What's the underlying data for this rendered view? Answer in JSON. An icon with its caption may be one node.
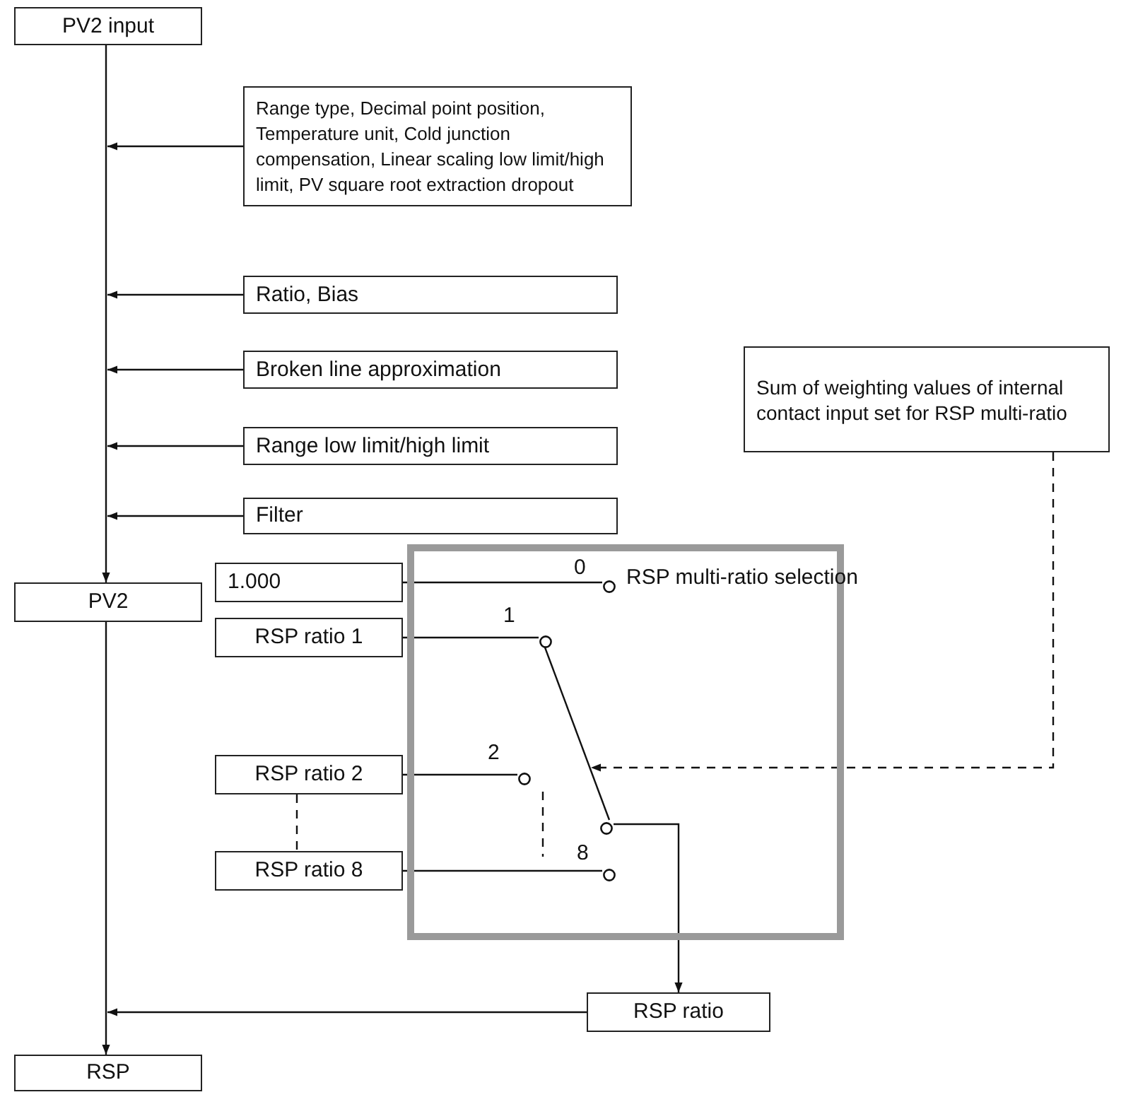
{
  "diagram": {
    "nodes": [
      {
        "text": [
          "PV2 input"
        ]
      },
      {
        "text": [
          "Range type, Decimal point position, Temperature unit, Cold junction compensation, Linear scaling low limit/high limit, PV square root extraction dropout"
        ]
      },
      {
        "text": [
          "Ratio, Bias"
        ]
      },
      {
        "text": [
          "Broken line approximation"
        ]
      },
      {
        "text": [
          "Range low limit/high limit"
        ]
      },
      {
        "text": [
          "Filter"
        ]
      },
      {
        "text": [
          "Sum of weighting values of internal contact input set for RSP multi-ratio"
        ]
      },
      {
        "text": [
          "PV2"
        ]
      },
      {
        "text": [
          "RSP multi-ratio selection"
        ]
      },
      {
        "text": [
          "1.000"
        ]
      },
      {
        "text": [],
        "shape": "circle",
        "in": 8,
        "beside": [
          "0"
        ]
      },
      {
        "text": [
          "RSP ratio 1"
        ]
      },
      {
        "text": [],
        "shape": "circle",
        "in": 8,
        "beside": [
          "1"
        ]
      },
      {
        "text": [
          "RSP ratio 2"
        ]
      },
      {
        "text": [],
        "shape": "circle",
        "in": 8,
        "beside": [
          "2"
        ]
      },
      {
        "text": [],
        "shape": "circle",
        "in": 8
      },
      {
        "text": [
          "RSP ratio 8"
        ]
      },
      {
        "text": [],
        "shape": "circle",
        "in": 8,
        "beside": [
          "8"
        ]
      },
      {
        "text": [
          "RSP ratio"
        ]
      },
      {
        "text": [
          "RSP"
        ]
      }
    ],
    "edges": [
      {
        "from": 0,
        "to": 7,
        "arrow": "to"
      },
      {
        "from": 1,
        "to": null,
        "arrow": "to"
      },
      {
        "from": 2,
        "to": null,
        "arrow": "to"
      },
      {
        "from": 3,
        "to": null,
        "arrow": "to"
      },
      {
        "from": 4,
        "to": null,
        "arrow": "to"
      },
      {
        "from": 5,
        "to": null,
        "arrow": "to"
      },
      {
        "from": 6,
        "to": null,
        "arrow": "to",
        "style": "dashed"
      },
      {
        "from": 7,
        "to": 19,
        "arrow": "to"
      },
      {
        "from": 9,
        "to": 10,
        "arrow": "none"
      },
      {
        "from": 11,
        "to": 12,
        "arrow": "none"
      },
      {
        "from": 13,
        "to": 14,
        "arrow": "none"
      },
      {
        "from": 16,
        "to": 17,
        "arrow": "none"
      },
      {
        "from": 15,
        "to": 18,
        "arrow": "to"
      },
      {
        "from": 18,
        "to": null,
        "arrow": "to"
      },
      {
        "from": 12,
        "to": 15,
        "arrow": "none"
      },
      {
        "from": 13,
        "to": 16,
        "arrow": "none",
        "style": "dashed"
      }
    ]
  }
}
